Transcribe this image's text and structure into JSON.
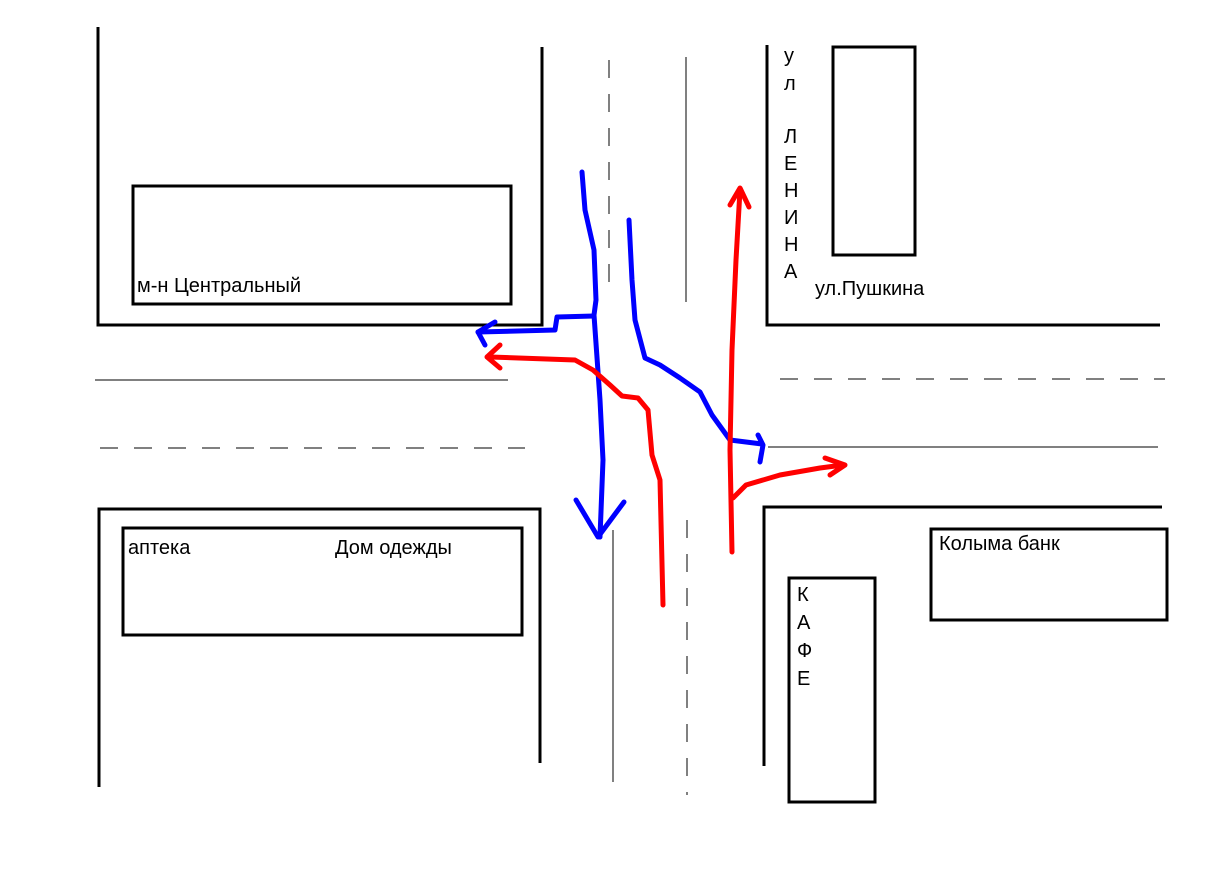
{
  "labels": {
    "shop_central": "м-н Центральный",
    "pushkin_street": "ул.Пушкина",
    "lenin_street_letters": [
      "у",
      "л",
      "Л",
      "Е",
      "Н",
      "И",
      "Н",
      "А"
    ],
    "pharmacy": "аптека",
    "clothing_house": "Дом одежды",
    "kolyma_bank": "Колыма банк",
    "cafe_letters": [
      "К",
      "А",
      "Ф",
      "Е"
    ]
  },
  "colors": {
    "route_blue": "#0000ff",
    "route_red": "#ff0000"
  }
}
